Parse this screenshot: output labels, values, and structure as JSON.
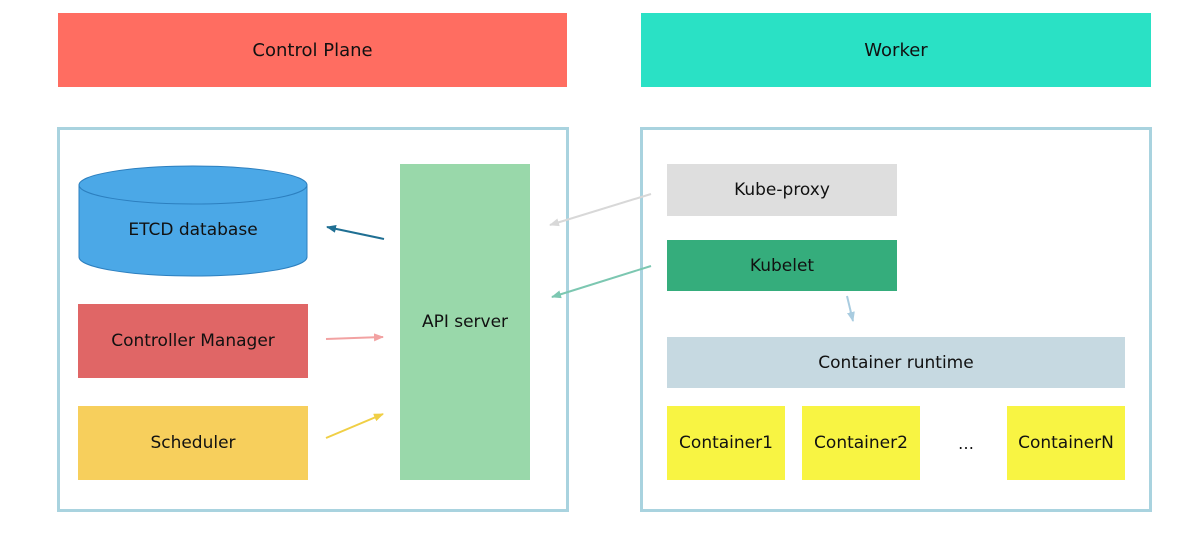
{
  "control_plane": {
    "title": "Control Plane",
    "etcd": "ETCD database",
    "controller_manager": "Controller Manager",
    "scheduler": "Scheduler",
    "api_server": "API server"
  },
  "worker": {
    "title": "Worker",
    "kube_proxy": "Kube-proxy",
    "kubelet": "Kubelet",
    "container_runtime": "Container runtime",
    "containers": [
      "Container1",
      "Container2",
      "…",
      "ContainerN"
    ]
  },
  "colors": {
    "control_plane_header": "#ff6d61",
    "worker_header": "#2ae1c5",
    "frame_border": "#a9d3df",
    "etcd": "#4ba8e7",
    "controller_manager": "#e06666",
    "scheduler": "#f7cf5c",
    "api_server": "#99d8aa",
    "kube_proxy": "#dedede",
    "kubelet": "#35ad7c",
    "container_runtime": "#c6d9e1",
    "container": "#f8f443"
  }
}
